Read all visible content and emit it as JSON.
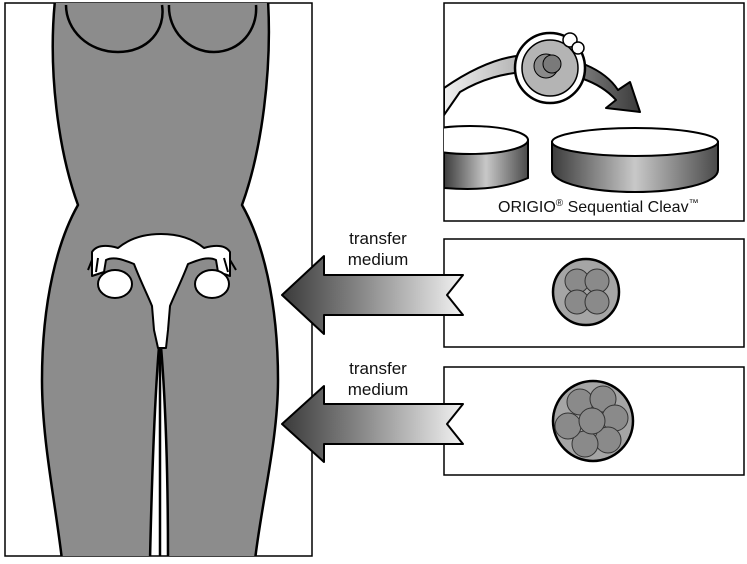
{
  "top_panel": {
    "product_name": "ORIGIO",
    "registered_mark": "®",
    "product_suffix": " Sequential Cleav",
    "trademark": "™"
  },
  "arrows": [
    {
      "line1": "transfer",
      "line2": "medium"
    },
    {
      "line1": "transfer",
      "line2": "medium"
    }
  ],
  "colors": {
    "body_fill": "#8c8c8c",
    "outline": "#000000",
    "embryo_fill": "#a5a5a5",
    "cell_fill": "#8a8a8a",
    "background": "#ffffff"
  }
}
